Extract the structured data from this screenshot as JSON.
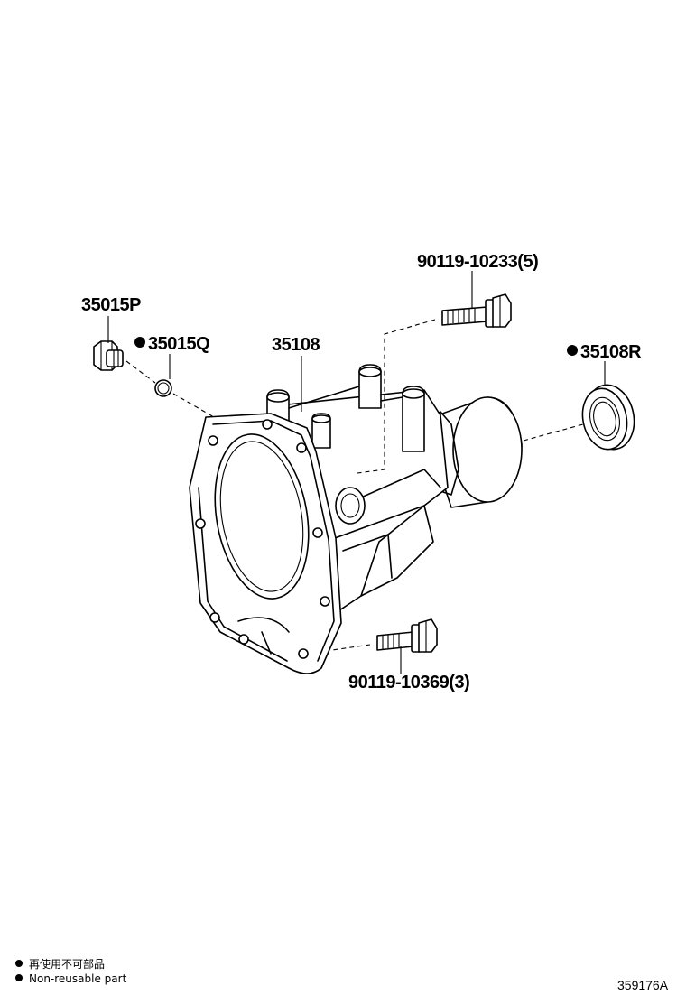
{
  "parts": {
    "plug": {
      "label": "35015P",
      "non_reusable": false
    },
    "gasket": {
      "label": "35015Q",
      "non_reusable": true
    },
    "housing": {
      "label": "35108",
      "non_reusable": false
    },
    "oil_seal": {
      "label": "35108R",
      "non_reusable": true
    },
    "bolt_upper": {
      "label": "90119-10233(5)",
      "non_reusable": false
    },
    "bolt_lower": {
      "label": "90119-10369(3)",
      "non_reusable": false
    }
  },
  "legend": {
    "line_jp": "再使用不可部品",
    "line_en": "Non-reusable part"
  },
  "figure_code": "359176A"
}
